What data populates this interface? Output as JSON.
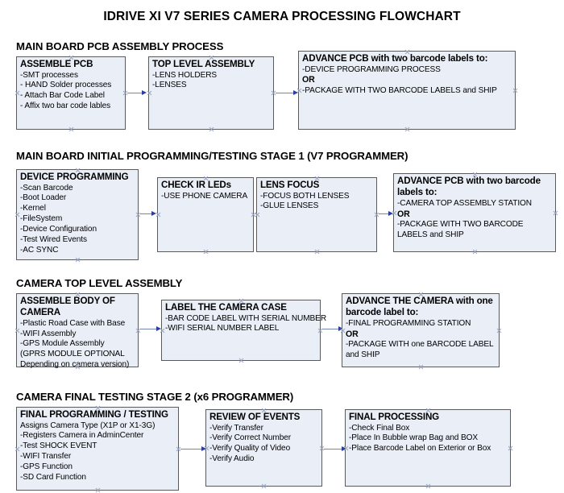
{
  "document": {
    "title": "IDRIVE XI V7 SERIES CAMERA PROCESSING FLOWCHART"
  },
  "colors": {
    "node_fill": "#e9eef7",
    "node_border": "#5a5a5a",
    "connector": "#7286ab",
    "arrowhead": "#2b3fa0",
    "handle": "#9aa7c2",
    "text": "#000000",
    "background": "#ffffff"
  },
  "sections": [
    {
      "title": "MAIN BOARD PCB ASSEMBLY PROCESS",
      "nodes": [
        {
          "title": "ASSEMBLE PCB",
          "lines": [
            "-SMT processes",
            "- HAND Solder processes",
            "- Attach Bar Code Label",
            "- Affix two bar code lables"
          ]
        },
        {
          "title": "TOP LEVEL ASSEMBLY",
          "lines": [
            "-LENS HOLDERS",
            "-LENSES"
          ]
        },
        {
          "title": "ADVANCE PCB with two barcode labels to:",
          "lines": [
            "-DEVICE PROGRAMMING PROCESS",
            "OR",
            "-PACKAGE WITH TWO BARCODE LABELS and SHIP"
          ],
          "bold_lines": [
            1
          ]
        }
      ]
    },
    {
      "title": "MAIN BOARD INITIAL PROGRAMMING/TESTING STAGE 1 (V7 PROGRAMMER)",
      "nodes": [
        {
          "title": "DEVICE PROGRAMMING",
          "lines": [
            "-Scan Barcode",
            "-Boot Loader",
            "-Kernel",
            "-FileSystem",
            "-Device Configuration",
            "-Test Wired Events",
            "-AC SYNC"
          ]
        },
        {
          "title": "CHECK IR LEDs",
          "lines": [
            "-USE PHONE CAMERA"
          ]
        },
        {
          "title": "LENS FOCUS",
          "lines": [
            "-FOCUS BOTH LENSES",
            "-GLUE LENSES"
          ]
        },
        {
          "title": "ADVANCE PCB with two barcode labels to:",
          "lines": [
            "-CAMERA TOP ASSEMBLY STATION",
            "OR",
            "-PACKAGE WITH TWO BARCODE LABELS and SHIP"
          ],
          "bold_lines": [
            1
          ]
        }
      ]
    },
    {
      "title": "CAMERA TOP LEVEL ASSEMBLY",
      "nodes": [
        {
          "title": "ASSEMBLE BODY OF CAMERA",
          "lines": [
            "-Plastic Road Case with Base",
            "-WIFI Assembly",
            "-GPS Module Assembly",
            "(GPRS MODULE OPTIONAL",
            "Depending on camera version)"
          ]
        },
        {
          "title": "LABEL THE CAMERA CASE",
          "lines": [
            "-BAR CODE LABEL WITH SERIAL NUMBER",
            "-WIFI SERIAL NUMBER LABEL"
          ]
        },
        {
          "title": "ADVANCE THE CAMERA with one barcode label to:",
          "lines": [
            "-FINAL PROGRAMMING STATION",
            "OR",
            "-PACKAGE WITH one BARCODE LABEL and SHIP"
          ],
          "bold_lines": [
            1
          ]
        }
      ]
    },
    {
      "title": "CAMERA FINAL TESTING STAGE 2 (x6 PROGRAMMER)",
      "nodes": [
        {
          "title": "FINAL PROGRAMMING / TESTING",
          "lines": [
            "Assigns Camera Type (X1P or X1-3G)",
            "-Registers Camera in AdminCenter",
            "-Test SHOCK EVENT",
            "-WIFI Transfer",
            "-GPS Function",
            "-SD Card Function"
          ]
        },
        {
          "title": "REVIEW OF EVENTS",
          "lines": [
            "-Verify Transfer",
            "-Verify Correct Number",
            "-Verify Quality of Video",
            "-Verify Audio"
          ]
        },
        {
          "title": "FINAL PROCESSING",
          "lines": [
            " -Check Final Box",
            "-Place In Bubble wrap Bag and BOX",
            "-Place Barcode Label on Exterior or Box"
          ]
        }
      ]
    }
  ],
  "connectors": [
    {
      "label": "assemble-pcb-to-top-level-assembly"
    },
    {
      "label": "top-level-assembly-to-advance-pcb"
    },
    {
      "label": "device-programming-to-check-ir-leds"
    },
    {
      "label": "check-ir-leds-to-lens-focus"
    },
    {
      "label": "lens-focus-to-advance-pcb"
    },
    {
      "label": "assemble-body-to-label-camera-case"
    },
    {
      "label": "label-camera-case-to-advance-camera"
    },
    {
      "label": "final-programming-to-review-of-events"
    },
    {
      "label": "review-of-events-to-final-processing"
    }
  ]
}
